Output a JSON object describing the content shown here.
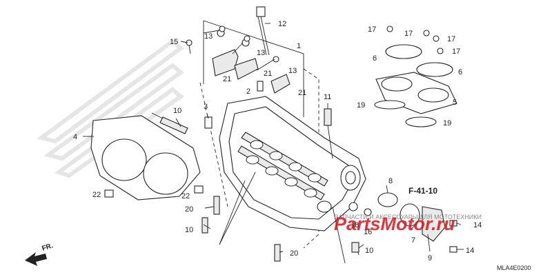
{
  "diagram": {
    "section_ref": "F-41-10",
    "diagram_code": "MLA4E0200",
    "direction_label": "FR.",
    "watermark_line": "ЗАПЧАСТИ И АКСЕССУАРЫ ДЛЯ МОТОТЕХНИКИ",
    "watermark_logo": "PartsMotor.ru",
    "accent_color": "#d9141c",
    "logo_color": "#cfcfcf"
  },
  "callouts": [
    {
      "id": "c12",
      "label": "12"
    },
    {
      "id": "c15",
      "label": "15"
    },
    {
      "id": "c13a",
      "label": "13"
    },
    {
      "id": "c13b",
      "label": "13"
    },
    {
      "id": "c13c",
      "label": "13"
    },
    {
      "id": "c1",
      "label": "1"
    },
    {
      "id": "c21a",
      "label": "21"
    },
    {
      "id": "c21b",
      "label": "21"
    },
    {
      "id": "c21c",
      "label": "21"
    },
    {
      "id": "c2",
      "label": "2"
    },
    {
      "id": "c3",
      "label": "3"
    },
    {
      "id": "c10a",
      "label": "10"
    },
    {
      "id": "c4",
      "label": "4"
    },
    {
      "id": "c11",
      "label": "11"
    },
    {
      "id": "c17a",
      "label": "17"
    },
    {
      "id": "c17b",
      "label": "17"
    },
    {
      "id": "c17c",
      "label": "17"
    },
    {
      "id": "c17d",
      "label": "17"
    },
    {
      "id": "c6a",
      "label": "6"
    },
    {
      "id": "c6b",
      "label": "6"
    },
    {
      "id": "c19a",
      "label": "19"
    },
    {
      "id": "c19b",
      "label": "19"
    },
    {
      "id": "c5",
      "label": "5"
    },
    {
      "id": "c8",
      "label": "8"
    },
    {
      "id": "c22a",
      "label": "22"
    },
    {
      "id": "c22b",
      "label": "22"
    },
    {
      "id": "c20a",
      "label": "20"
    },
    {
      "id": "c20b",
      "label": "20"
    },
    {
      "id": "c10b",
      "label": "10"
    },
    {
      "id": "c10c",
      "label": "10"
    },
    {
      "id": "c18",
      "label": "18"
    },
    {
      "id": "c16",
      "label": "16"
    },
    {
      "id": "c7",
      "label": "7"
    },
    {
      "id": "c9",
      "label": "9"
    },
    {
      "id": "c14a",
      "label": "14"
    },
    {
      "id": "c14b",
      "label": "14"
    }
  ]
}
